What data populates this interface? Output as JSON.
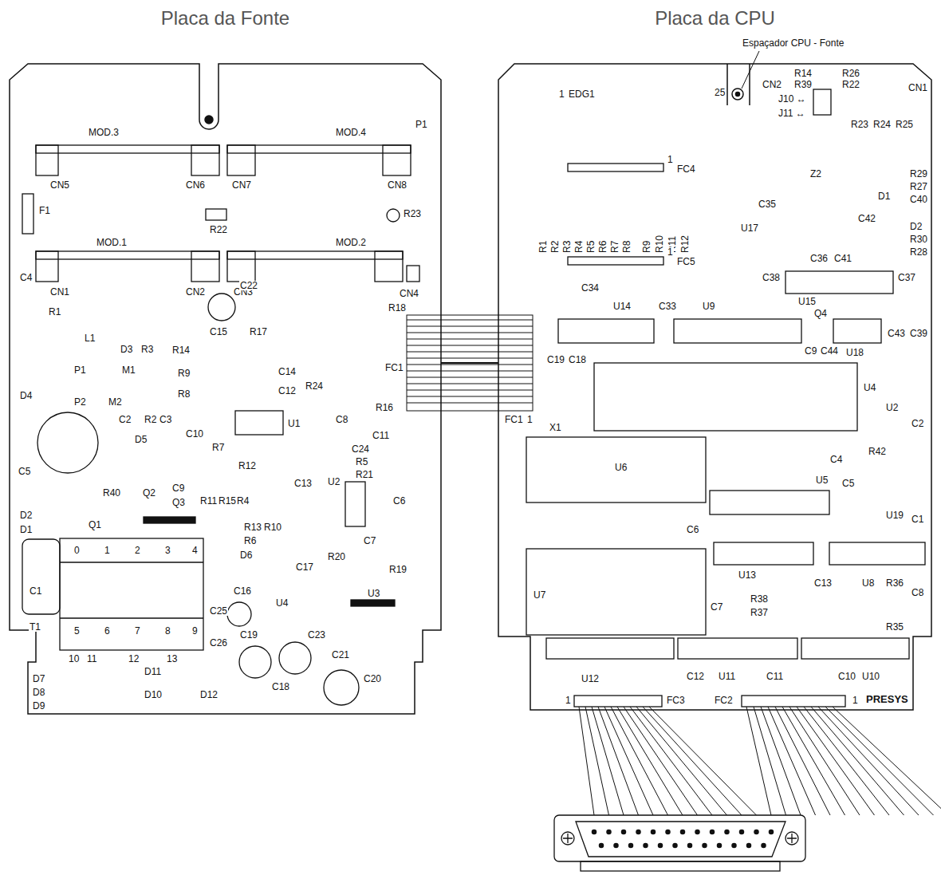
{
  "diagram": {
    "nodes": [
      {
        "text": [
          "Placa da Fonte"
        ]
      },
      {
        "text": [
          "Placa da CPU"
        ]
      }
    ],
    "edges": [
      {
        "from": 0,
        "to": 1,
        "arrow": "none"
      }
    ],
    "labels": [
      "MOD.3",
      "MOD.4",
      "P1",
      "CN5",
      "CN6",
      "CN7",
      "CN8",
      "F1",
      "R23",
      "R22",
      "MOD.1",
      "MOD.2",
      "C4",
      "CN1",
      "CN2",
      "CN3",
      "CN4",
      "R18",
      "C22",
      "R1",
      "L1",
      "D3",
      "R3",
      "R14",
      "C15",
      "R17",
      "P1",
      "M1",
      "R9",
      "C14",
      "D4",
      "P2",
      "M2",
      "R8",
      "C12",
      "R24",
      "FC1",
      "C8",
      "R16",
      "C2",
      "R2",
      "C3",
      "C10",
      "U1",
      "C11",
      "D5",
      "R7",
      "C24",
      "R5",
      "R21",
      "C5",
      "R12",
      "C13",
      "U2",
      "R40",
      "Q2",
      "C9",
      "Q3",
      "R11",
      "R15",
      "R4",
      "C6",
      "D2",
      "D1",
      "Q1",
      "R13",
      "R10",
      "R6",
      "C7",
      "D6",
      "R20",
      "C17",
      "R19",
      "0",
      "1",
      "2",
      "3",
      "4",
      "C16",
      "U4",
      "C25",
      "C1",
      "T1",
      "5",
      "6",
      "7",
      "8",
      "9",
      "U3",
      "C26",
      "C19",
      "C23",
      "C21",
      "10",
      "11",
      "12",
      "13",
      "D11",
      "D7",
      "D8",
      "D9",
      "D10",
      "D12",
      "C18",
      "C20",
      "Espaçador CPU - Fonte",
      "CN2",
      "R14",
      "R39",
      "R26",
      "R22",
      "CN1",
      "1",
      "EDG1",
      "25",
      "J10 ↔",
      "J11 ↔",
      "R23",
      "R24",
      "R25",
      "FC4",
      "1",
      "Z2",
      "R29",
      "R27",
      "D1",
      "C40",
      "C35",
      "R1",
      "R2",
      "R3",
      "R4",
      "R5",
      "R6",
      "R7",
      "R8",
      "R9",
      "R10",
      "R11",
      "R12",
      "C42",
      "U17",
      "D2",
      "R30",
      "R28",
      "C36",
      "C41",
      "FC5",
      "1",
      "C38",
      "C37",
      "C34",
      "U14",
      "C33",
      "U9",
      "U15",
      "Q4",
      "C9",
      "C44",
      "U18",
      "C43",
      "C39",
      "C19",
      "C18",
      "U4",
      "FC1",
      "1",
      "X1",
      "U2",
      "C2",
      "U6",
      "R42",
      "C4",
      "U5",
      "C5",
      "U19",
      "C1",
      "C6",
      "U7",
      "U13",
      "C13",
      "R38",
      "R37",
      "U8",
      "R36",
      "C8",
      "C7",
      "R35",
      "U12",
      "C12",
      "U11",
      "C11",
      "C10",
      "U10",
      "FC3",
      "1",
      "FC2",
      "PRESYS",
      "1"
    ]
  }
}
